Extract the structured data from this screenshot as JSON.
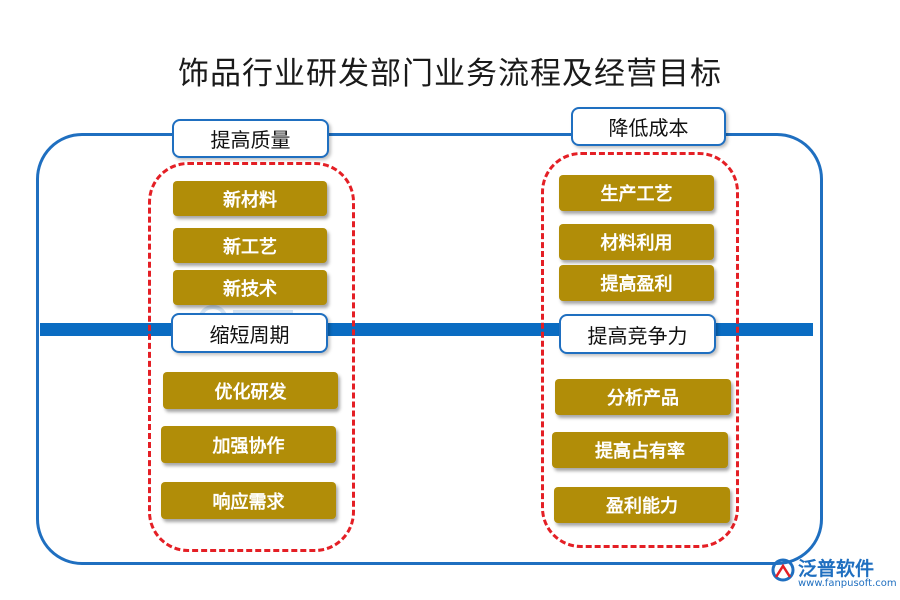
{
  "title": "饰品行业研发部门业务流程及经营目标",
  "quadrants": {
    "top_left": {
      "label": "提高质量",
      "items": [
        "新材料",
        "新工艺",
        "新技术"
      ]
    },
    "bottom_left": {
      "label": "缩短周期",
      "items": [
        "优化研发",
        "加强协作",
        "响应需求"
      ]
    },
    "top_right": {
      "label": "降低成本",
      "items": [
        "生产工艺",
        "材料利用",
        "提高盈利"
      ]
    },
    "bottom_right": {
      "label": "提高竞争力",
      "items": [
        "分析产品",
        "提高占有率",
        "盈利能力"
      ]
    }
  },
  "logo": {
    "text": "泛普软件",
    "url": "www.fanpusoft.com"
  },
  "colors": {
    "frame": "#1f6fc0",
    "bar": "#0a6cc2",
    "dashed": "#e41f25",
    "item": "#b18d08"
  }
}
